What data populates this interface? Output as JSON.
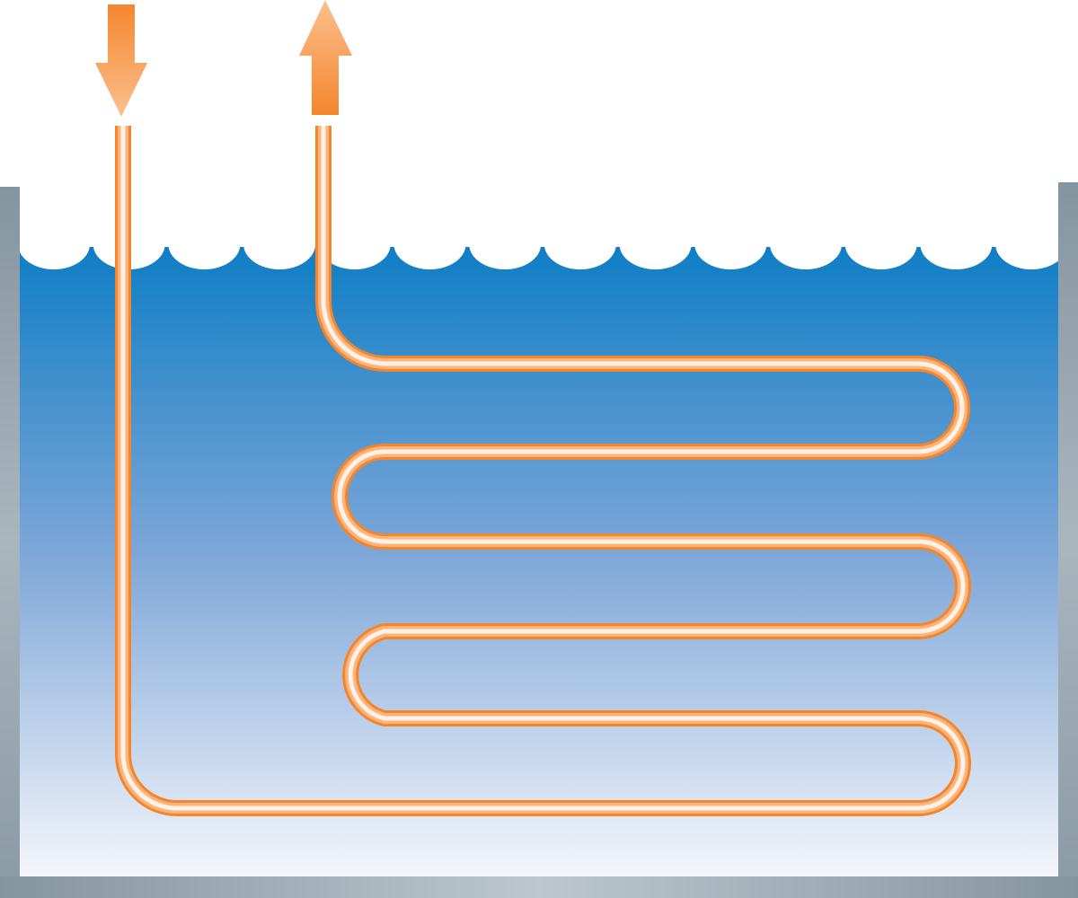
{
  "diagram": {
    "subject": "coil-heat-exchanger-in-tank",
    "colors": {
      "water_top": "#0a7cc4",
      "water_mid": "#7ea7d8",
      "water_bottom": "#f4f6fb",
      "tank_wall": "#8a9aa5",
      "tank_wall_light": "#b9c5cc",
      "pipe_edge": "#f5852a",
      "pipe_core": "#fde6d2",
      "arrow_dark": "#f5862e",
      "arrow_light": "#fbc08e"
    },
    "flow": {
      "inlet_direction": "down",
      "outlet_direction": "up"
    }
  }
}
